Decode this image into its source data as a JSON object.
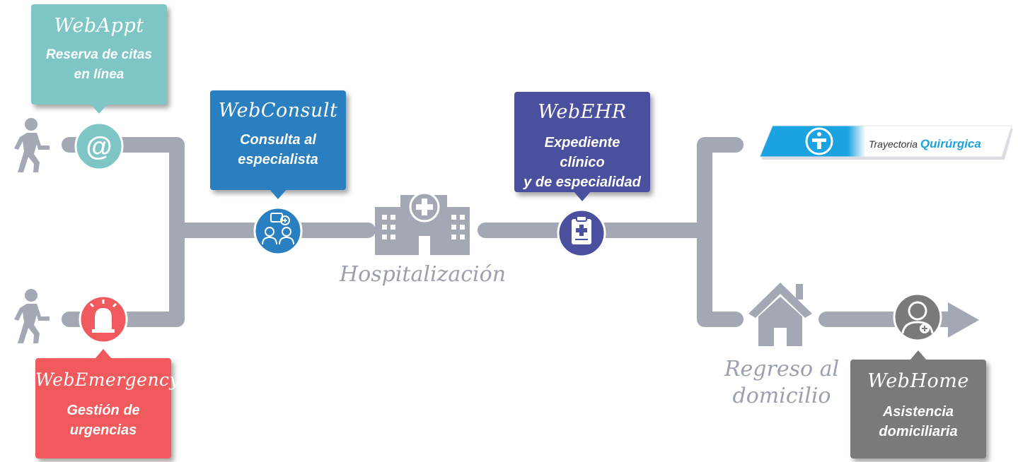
{
  "callouts": {
    "webappt": {
      "brand": "WebAppt",
      "line1": "Reserva de citas",
      "line2": "en línea",
      "color": "#7ec6c6"
    },
    "webconsult": {
      "brand": "WebConsult",
      "line1": "Consulta al",
      "line2": "especialista",
      "color": "#2a7fc1"
    },
    "webehr": {
      "brand": "WebEHR",
      "line1": "Expediente",
      "line2": "clínico",
      "line3": "y de especialidad",
      "color": "#4a4f9e"
    },
    "webemergency": {
      "brand": "WebEmergency",
      "line1": "Gestión de",
      "line2": "urgencias",
      "color": "#f05a5c"
    },
    "webhome": {
      "brand": "WebHome",
      "line1": "Asistencia",
      "line2": "domiciliaria",
      "color": "#7a7a7c"
    }
  },
  "stages": {
    "hospital": {
      "label": "Hospitalización",
      "icon": "hospital-icon"
    },
    "home": {
      "line1": "Regreso al",
      "line2": "domicilio",
      "icon": "house-icon"
    }
  },
  "banner": {
    "prefix": "Trayectoria",
    "highlight": "Quirúrgica",
    "icon": "surgery-icon",
    "color": "#1aa3e0"
  },
  "colors": {
    "path": "#a4a8b4"
  }
}
